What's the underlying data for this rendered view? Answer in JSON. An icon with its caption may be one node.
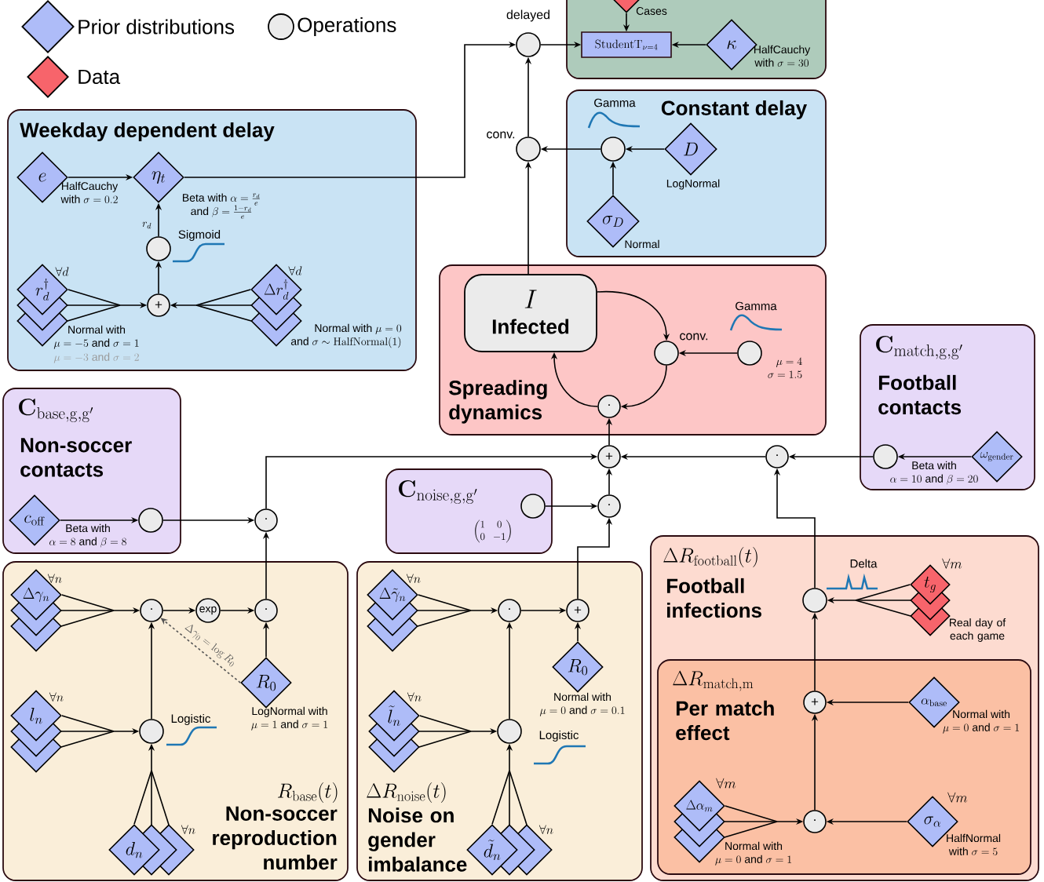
{
  "diagram": {
    "nodes": [
      {
        "text": [],
        "shape": "box"
      },
      {
        "text": [],
        "shape": "diamond",
        "in": 0,
        "beside": [
          "Cases"
        ]
      },
      {
        "text": [
          "\\mathrm{StudentT}_{\\nu=4}"
        ],
        "in": 0
      },
      {
        "text": [
          "\\kappa"
        ],
        "in": 0,
        "beside": [
          "\\begin{array}{c}\\text{HalfCauchy}\\\\ \\text{with }\\sigma=30\\end{array}"
        ]
      },
      {
        "text": [],
        "shape": "circle",
        "beside": [
          "delayed"
        ]
      },
      {
        "text": [
          "Constant delay"
        ]
      },
      {
        "text": [],
        "shape": "circle",
        "in": 5,
        "beside": [
          "Gamma"
        ]
      },
      {
        "text": [
          "D"
        ],
        "in": 5,
        "beside": [
          "LogNormal"
        ]
      },
      {
        "text": [
          "\\sigma_D"
        ],
        "in": 5,
        "beside": [
          "Normal"
        ]
      },
      {
        "text": [],
        "shape": "circle",
        "beside": [
          "conv."
        ]
      },
      {
        "text": [
          "Weekday dependent delay"
        ]
      },
      {
        "text": [
          "e"
        ],
        "in": 10,
        "beside": [
          "\\begin{array}{c}\\text{HalfCauchy}\\\\ \\text{with }\\sigma=0.2\\end{array}"
        ]
      },
      {
        "text": [
          "\\eta_t"
        ],
        "in": 10,
        "beside": [
          "\\begin{array}{c}\\text{Beta with }\\alpha=\\frac{r_d}{e}\\\\ \\text{and }\\beta=\\frac{1-r_d}{e}\\end{array}"
        ]
      },
      {
        "text": [],
        "shape": "circle",
        "in": 10,
        "beside": [
          "Sigmoid"
        ]
      },
      {
        "text": [
          "+"
        ],
        "in": 10
      },
      {
        "text": [
          "r_d^{\\dagger}"
        ],
        "in": 10,
        "beside": [
          "\\forall d",
          "\\begin{array}{c}\\text{Normal with}\\\\ \\mu=-5\\text{ and }\\sigma=1\\end{array}",
          "\\mu=-3\\text{ and }\\sigma=2"
        ]
      },
      {
        "text": [
          "\\Delta r_d^{\\dagger}"
        ],
        "in": 10,
        "beside": [
          "\\forall d",
          "\\begin{array}{r}\\text{Normal with }\\mu=0\\\\ \\text{and }\\sigma\\sim\\mathrm{HalfNormal}(1)\\end{array}"
        ]
      },
      {
        "text": [
          "Spreading dynamics"
        ]
      },
      {
        "text": [
          "I",
          "Infected"
        ],
        "in": 17
      },
      {
        "text": [],
        "shape": "circle",
        "in": 17,
        "beside": [
          "conv."
        ]
      },
      {
        "text": [],
        "shape": "circle",
        "in": 17,
        "beside": [
          "Gamma",
          "\\begin{array}{r}\\mu=4\\\\ \\sigma=1.5\\end{array}"
        ]
      },
      {
        "text": [
          "·"
        ],
        "in": 17
      },
      {
        "text": [
          "\\mathbf{C}_{\\mathrm{match,g,g'}}",
          "Football contacts"
        ]
      },
      {
        "text": [],
        "shape": "circle",
        "in": 22
      },
      {
        "text": [
          "\\omega_{\\mathrm{gender}}"
        ],
        "in": 22,
        "beside": [
          "\\begin{array}{c}\\text{Beta with}\\\\ \\alpha=10\\text{ and }\\beta=20\\end{array}"
        ]
      },
      {
        "text": [
          "\\mathbf{C}_{\\mathrm{base,g,g'}}",
          "Non-soccer contacts"
        ]
      },
      {
        "text": [
          "c_{\\mathrm{off}}"
        ],
        "in": 25,
        "beside": [
          "\\begin{array}{c}\\text{Beta with}\\\\ \\alpha=8\\text{ and }\\beta=8\\end{array}"
        ]
      },
      {
        "text": [],
        "shape": "circle",
        "in": 25
      },
      {
        "text": [
          "·"
        ]
      },
      {
        "text": [
          "+"
        ]
      },
      {
        "text": [
          "·"
        ]
      },
      {
        "text": [
          "\\mathbf{C}_{\\mathrm{noise,g,g'}}",
          "\\begin{pmatrix}1&0\\\\ 0&-1\\end{pmatrix}"
        ]
      },
      {
        "text": [],
        "shape": "circle",
        "in": 31
      },
      {
        "text": [
          "·"
        ]
      },
      {
        "text": [
          "R_{\\mathrm{base}}(t)",
          "Non-soccer reproduction number"
        ]
      },
      {
        "text": [
          "\\Delta\\gamma_n"
        ],
        "in": 34,
        "beside": [
          "\\forall n"
        ]
      },
      {
        "text": [
          "·"
        ],
        "in": 34
      },
      {
        "text": [
          "exp"
        ],
        "in": 34
      },
      {
        "text": [
          "·"
        ],
        "in": 34
      },
      {
        "text": [
          "R_0"
        ],
        "in": 34,
        "beside": [
          "\\begin{array}{c}\\text{LogNormal with}\\\\ \\mu=1\\text{ and }\\sigma=1\\end{array}"
        ]
      },
      {
        "text": [
          "l_n"
        ],
        "in": 34,
        "beside": [
          "\\forall n"
        ]
      },
      {
        "text": [],
        "shape": "circle",
        "in": 34,
        "beside": [
          "Logistic"
        ]
      },
      {
        "text": [
          "d_n"
        ],
        "in": 34,
        "beside": [
          "\\forall n"
        ]
      },
      {
        "text": [
          "\\Delta R_{\\mathrm{noise}}(t)",
          "Noise on gender imbalance"
        ]
      },
      {
        "text": [
          "\\Delta\\tilde{\\gamma}_n"
        ],
        "in": 43,
        "beside": [
          "\\forall n"
        ]
      },
      {
        "text": [
          "·"
        ],
        "in": 43
      },
      {
        "text": [
          "+"
        ],
        "in": 43
      },
      {
        "text": [
          "R_0"
        ],
        "in": 43,
        "beside": [
          "\\begin{array}{c}\\text{Normal with}\\\\ \\mu=0\\text{ and }\\sigma=0.1\\end{array}"
        ]
      },
      {
        "text": [
          "\\tilde{l}_n"
        ],
        "in": 43,
        "beside": [
          "\\forall n"
        ]
      },
      {
        "text": [],
        "shape": "circle",
        "in": 43,
        "beside": [
          "Logistic"
        ]
      },
      {
        "text": [
          "\\tilde{d}_n"
        ],
        "in": 43,
        "beside": [
          "\\forall n"
        ]
      },
      {
        "text": [
          "\\Delta R_{\\mathrm{football}}(t)",
          "Football infections"
        ]
      },
      {
        "text": [],
        "shape": "circle",
        "in": 51,
        "beside": [
          "Delta"
        ]
      },
      {
        "text": [
          "t_g"
        ],
        "in": 51,
        "beside": [
          "\\forall m",
          "Real day of each game"
        ]
      },
      {
        "text": [
          "\\Delta R_{\\mathrm{match,m}}",
          "Per match effect"
        ],
        "in": 51
      },
      {
        "text": [
          "+"
        ],
        "in": 54
      },
      {
        "text": [
          "\\alpha_{\\mathrm{base}}"
        ],
        "in": 54,
        "beside": [
          "\\begin{array}{c}\\text{Normal with}\\\\ \\mu=0\\text{ and }\\sigma=1\\end{array}"
        ]
      },
      {
        "text": [
          "·"
        ],
        "in": 54
      },
      {
        "text": [
          "\\Delta\\alpha_m"
        ],
        "in": 54,
        "beside": [
          "\\forall m",
          "\\begin{array}{c}\\text{Normal with}\\\\ \\mu=0\\text{ and }\\sigma=1\\end{array}"
        ]
      },
      {
        "text": [
          "\\sigma_\\alpha"
        ],
        "in": 54,
        "beside": [
          "\\forall m",
          "\\begin{array}{c}\\text{HalfNormal}\\\\ \\text{with }\\sigma=5\\end{array}"
        ]
      }
    ],
    "edges": [
      {
        "from": 1,
        "to": 2,
        "arrow": "to"
      },
      {
        "from": 3,
        "to": 2,
        "arrow": "to"
      },
      {
        "from": 4,
        "to": 2,
        "arrow": "to"
      },
      {
        "from": 12,
        "to": 4,
        "arrow": "to"
      },
      {
        "from": 9,
        "to": 4,
        "arrow": "to"
      },
      {
        "from": 6,
        "to": 9,
        "arrow": "to"
      },
      {
        "from": 7,
        "to": 6,
        "arrow": "to"
      },
      {
        "from": 8,
        "to": 6,
        "arrow": "to"
      },
      {
        "from": 18,
        "to": 9,
        "arrow": "to"
      },
      {
        "from": 11,
        "to": 12,
        "arrow": "to"
      },
      {
        "from": 13,
        "to": 12,
        "arrow": "to",
        "label": "r_d"
      },
      {
        "from": 14,
        "to": 13,
        "arrow": "to"
      },
      {
        "from": 15,
        "to": 14,
        "arrow": "to"
      },
      {
        "from": 16,
        "to": 14,
        "arrow": "to"
      },
      {
        "from": 18,
        "to": 19,
        "arrow": "to"
      },
      {
        "from": 20,
        "to": 19,
        "arrow": "to"
      },
      {
        "from": 19,
        "to": 21,
        "arrow": "to"
      },
      {
        "from": 21,
        "to": 18,
        "arrow": "to"
      },
      {
        "from": 29,
        "to": 21,
        "arrow": "to"
      },
      {
        "from": 24,
        "to": 23,
        "arrow": "to"
      },
      {
        "from": 23,
        "to": 30,
        "arrow": "to"
      },
      {
        "from": 30,
        "to": 29,
        "arrow": "to"
      },
      {
        "from": 26,
        "to": 27,
        "arrow": "to"
      },
      {
        "from": 27,
        "to": 28,
        "arrow": "to"
      },
      {
        "from": 28,
        "to": 29,
        "arrow": "to"
      },
      {
        "from": 32,
        "to": 33,
        "arrow": "to"
      },
      {
        "from": 33,
        "to": 29,
        "arrow": "to"
      },
      {
        "from": 35,
        "to": 36,
        "arrow": "to"
      },
      {
        "from": 36,
        "to": 37,
        "arrow": "to"
      },
      {
        "from": 37,
        "to": 38,
        "arrow": "to"
      },
      {
        "from": 39,
        "to": 38,
        "arrow": "to"
      },
      {
        "from": 39,
        "to": 36,
        "arrow": "to",
        "label": "\\Delta\\gamma_0=\\log R_0",
        "style": "dashed",
        "color": "#555555"
      },
      {
        "from": 41,
        "to": 36,
        "arrow": "to"
      },
      {
        "from": 40,
        "to": 41,
        "arrow": "to"
      },
      {
        "from": 42,
        "to": 41,
        "arrow": "to"
      },
      {
        "from": 38,
        "to": 28,
        "arrow": "to"
      },
      {
        "from": 44,
        "to": 45,
        "arrow": "to"
      },
      {
        "from": 45,
        "to": 46,
        "arrow": "to"
      },
      {
        "from": 47,
        "to": 46,
        "arrow": "to"
      },
      {
        "from": 49,
        "to": 45,
        "arrow": "to"
      },
      {
        "from": 48,
        "to": 49,
        "arrow": "to"
      },
      {
        "from": 50,
        "to": 49,
        "arrow": "to"
      },
      {
        "from": 46,
        "to": 33,
        "arrow": "to"
      },
      {
        "from": 53,
        "to": 52,
        "arrow": "to"
      },
      {
        "from": 52,
        "to": 30,
        "arrow": "to"
      },
      {
        "from": 55,
        "to": 52,
        "arrow": "to"
      },
      {
        "from": 56,
        "to": 55,
        "arrow": "to"
      },
      {
        "from": 57,
        "to": 55,
        "arrow": "to"
      },
      {
        "from": 58,
        "to": 57,
        "arrow": "to"
      },
      {
        "from": 59,
        "to": 57,
        "arrow": "to"
      }
    ],
    "legend": [
      {
        "text": "Prior distributions"
      },
      {
        "text": "Operations"
      },
      {
        "text": "Data"
      }
    ]
  }
}
